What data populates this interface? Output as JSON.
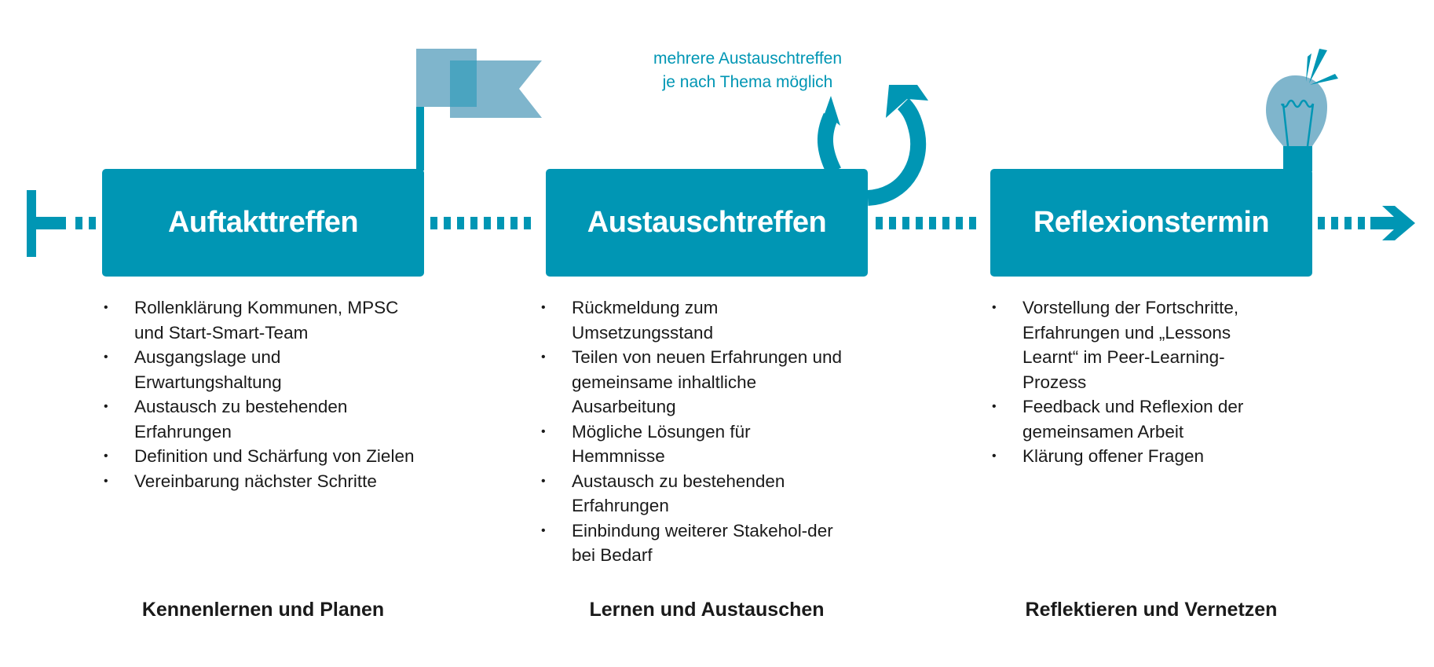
{
  "colors": {
    "primary": "#0096b4",
    "light": "#7fb5cc"
  },
  "note": {
    "line1": "mehrere Austauschtreffen",
    "line2": "je nach Thema möglich"
  },
  "phases": [
    {
      "title": "Auftakttreffen",
      "icon": "flag-icon",
      "bullets": [
        "Rollenklärung Kommunen, MPSC und Start-Smart-Team",
        "Ausgangslage und Erwartungshaltung",
        "Austausch zu bestehenden Erfahrungen",
        "Definition und Schärfung von Zielen",
        "Vereinbarung nächster Schritte"
      ],
      "footer": "Kennenlernen und Planen"
    },
    {
      "title": "Austauschtreffen",
      "icon": "cycle-arrow-icon",
      "bullets": [
        "Rückmeldung zum Umsetzungsstand",
        "Teilen von neuen Erfahrungen und gemeinsame inhaltliche Ausarbeitung",
        "Mögliche Lösungen für Hemmnisse",
        "Austausch zu bestehenden Erfahrungen",
        "Einbindung weiterer Stakehol-der bei Bedarf"
      ],
      "footer": "Lernen und Austauschen"
    },
    {
      "title": "Reflexionstermin",
      "icon": "lightbulb-icon",
      "bullets": [
        "Vorstellung der Fortschritte, Erfahrungen und „Lessons Learnt“ im Peer-Learning-Prozess",
        "Feedback und Reflexion der gemeinsamen Arbeit",
        "Klärung offener Fragen"
      ],
      "footer": "Reflektieren und Vernetzen"
    }
  ]
}
